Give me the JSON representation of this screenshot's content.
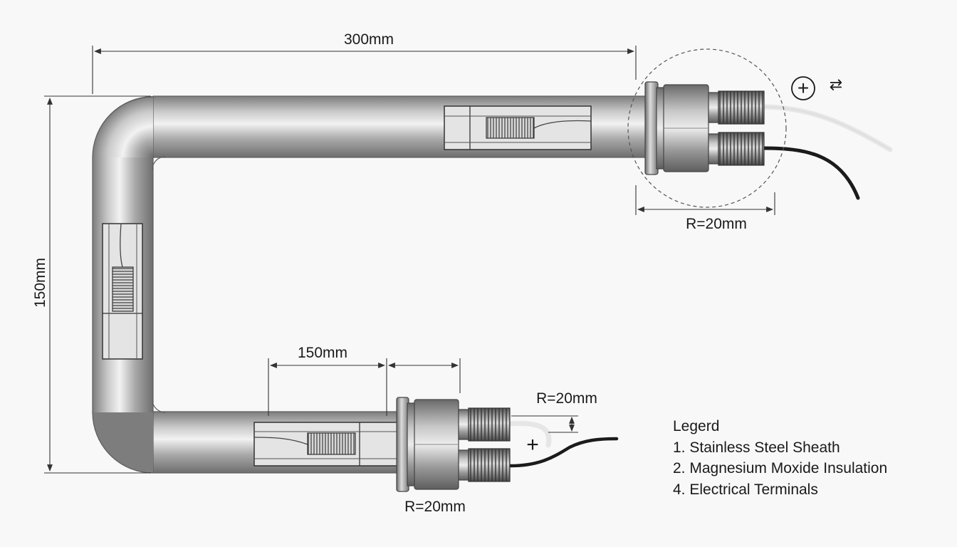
{
  "dimensions": {
    "top_length": "300mm",
    "side_height": "150mm",
    "bottom_length": "150mm",
    "radius_top_right": "R=20mm",
    "radius_bottom_terminal": "R=20mm",
    "radius_bottom_fitting": "R=20mm"
  },
  "symbols": {
    "plus_top": "+",
    "plus_bottom": "+",
    "flow_mark": "⇄"
  },
  "legend": {
    "title": "Legerd",
    "items": [
      "1. Stainless Steel Sheath",
      "2. Magnesium Moxide Insulation",
      "4. Electrical Terminals"
    ]
  },
  "colors": {
    "steel_dark": "#8a8a8a",
    "steel_light": "#e8e8e8",
    "wire_black": "#1b1b1b",
    "wire_white": "#e6e6e6",
    "dimension_line": "#333333"
  }
}
